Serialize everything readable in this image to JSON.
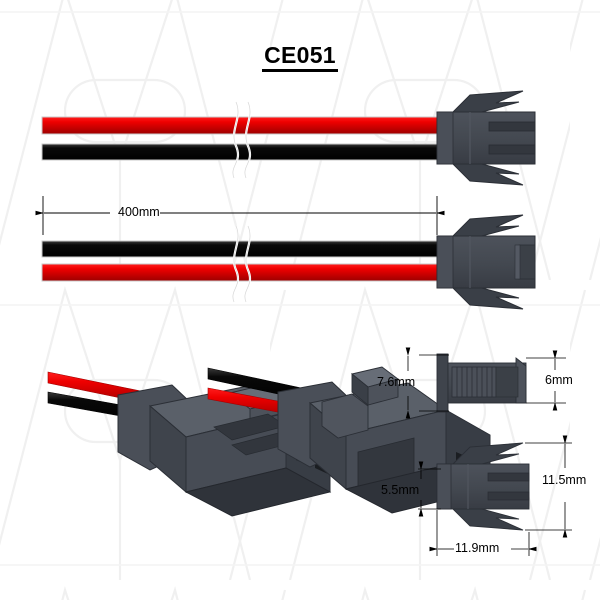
{
  "document": {
    "title": "CE051",
    "background_color": "#ffffff",
    "watermark_color": "#f2f2f2"
  },
  "colors": {
    "wire_red": "#e10000",
    "wire_red_light": "#ff2b2b",
    "wire_black": "#000000",
    "connector_body": "#434850",
    "connector_dark": "#31353c",
    "connector_light": "#5a6069",
    "dimension_line": "#000000",
    "outline": "#1c1f24"
  },
  "assemblies": [
    {
      "name": "top-cable-assembly",
      "connector_type": "male-plug",
      "wires": [
        {
          "color_name": "red",
          "position": "upper"
        },
        {
          "color_name": "black",
          "position": "lower"
        }
      ],
      "break_symbol": true
    },
    {
      "name": "bottom-cable-assembly",
      "connector_type": "female-socket",
      "wires": [
        {
          "color_name": "black",
          "position": "upper"
        },
        {
          "color_name": "red",
          "position": "lower"
        }
      ],
      "break_symbol": true
    }
  ],
  "dimensions": {
    "cable_length": {
      "label": "400mm",
      "applies_to": "bottom-cable-assembly"
    },
    "socket_height": {
      "label": "7.6mm",
      "applies_to": "socket-side-view"
    },
    "socket_depth": {
      "label": "6mm",
      "applies_to": "socket-side-view"
    },
    "plug_height": {
      "label": "5.5mm",
      "applies_to": "plug-side-view"
    },
    "plug_overall_height": {
      "label": "11.5mm",
      "applies_to": "plug-side-view"
    },
    "plug_width": {
      "label": "11.9mm",
      "applies_to": "plug-side-view"
    }
  },
  "photo_views": [
    {
      "name": "female-connector-3d-view",
      "wire_top": "red",
      "wire_bottom": "black"
    },
    {
      "name": "male-connector-3d-view",
      "wire_top": "black",
      "wire_bottom": "red"
    }
  ]
}
